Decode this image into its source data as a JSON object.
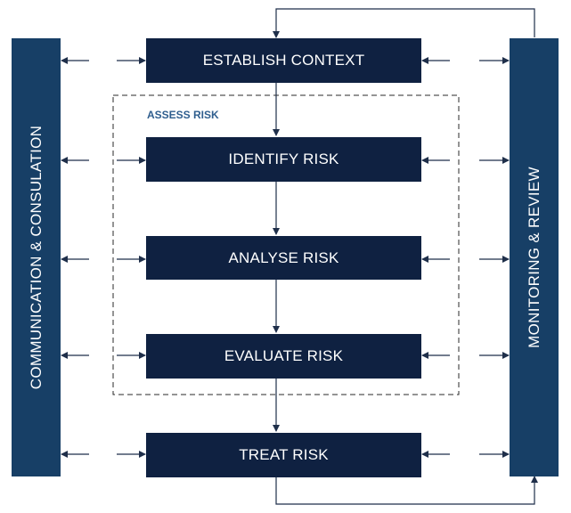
{
  "diagram": {
    "left_panel": {
      "label": "COMMUNICATION & CONSULATION"
    },
    "right_panel": {
      "label": "MONITORING & REVIEW"
    },
    "assess_group": {
      "label": "ASSESS RISK"
    },
    "steps": [
      {
        "label": "ESTABLISH CONTEXT"
      },
      {
        "label": "IDENTIFY RISK"
      },
      {
        "label": "ANALYSE RISK"
      },
      {
        "label": "EVALUATE RISK"
      },
      {
        "label": "TREAT RISK"
      }
    ]
  },
  "colors": {
    "box_fill": "#0f2141",
    "panel_fill": "#173f66",
    "line": "#1f2f4a",
    "assess_label": "#2f5e8e"
  }
}
